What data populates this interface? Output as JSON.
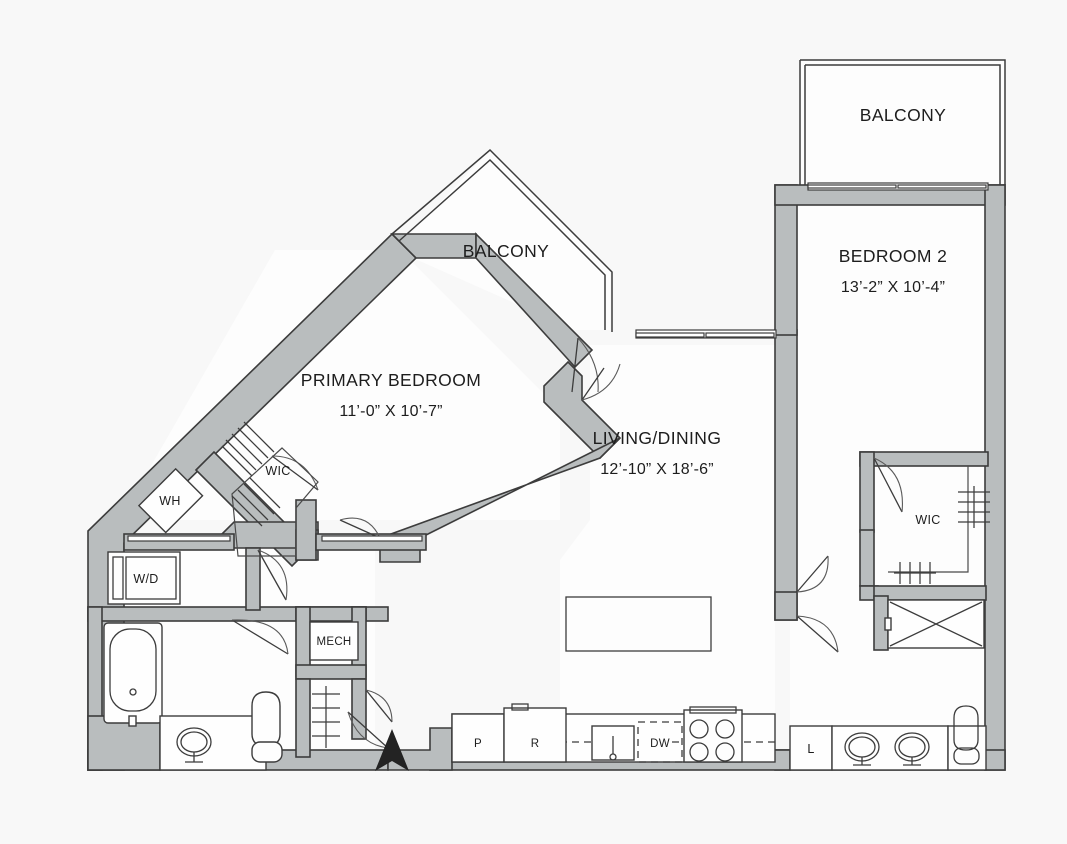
{
  "plan": {
    "type": "residential-floor-plan",
    "background_color": "#f8f8f8",
    "wall_fill_color": "#b9bdbe",
    "line_color": "#3c3c3c",
    "unit_description": "Two bedroom two bathroom apartment floor plan with two balconies"
  },
  "rooms": {
    "balcony_primary": {
      "name": "BALCONY"
    },
    "balcony_bedroom2": {
      "name": "BALCONY"
    },
    "primary_bedroom": {
      "name": "PRIMARY BEDROOM",
      "dimensions": "11’-0” X 10’-7”"
    },
    "bedroom_2": {
      "name": "BEDROOM 2",
      "dimensions": "13’-2” X 10’-4”"
    },
    "living_dining": {
      "name": "LIVING/DINING",
      "dimensions": "12’-10” X 18’-6”"
    }
  },
  "closets": {
    "primary_wic": {
      "label": "WIC"
    },
    "bedroom2_wic": {
      "label": "WIC"
    }
  },
  "utility": {
    "water_heater": {
      "label": "WH"
    },
    "washer_dryer": {
      "label": "W/D"
    },
    "mechanical": {
      "label": "MECH"
    },
    "linen": {
      "label": "L"
    }
  },
  "kitchen": {
    "pantry": {
      "label": "P"
    },
    "refrigerator": {
      "label": "R"
    },
    "dishwasher": {
      "label": "DW"
    },
    "sink": {
      "label": ""
    },
    "cooktop": {
      "label": ""
    }
  },
  "icons": {
    "entry_arrow": "entry-direction-arrow",
    "bathtub": "bathtub-fixture",
    "toilet": "toilet-fixture",
    "vanity_sink": "sink-fixture",
    "shower": "shower-fixture",
    "cooktop_burners": "cooktop-fixture",
    "closet_rod": "closet-rod-hatch"
  }
}
